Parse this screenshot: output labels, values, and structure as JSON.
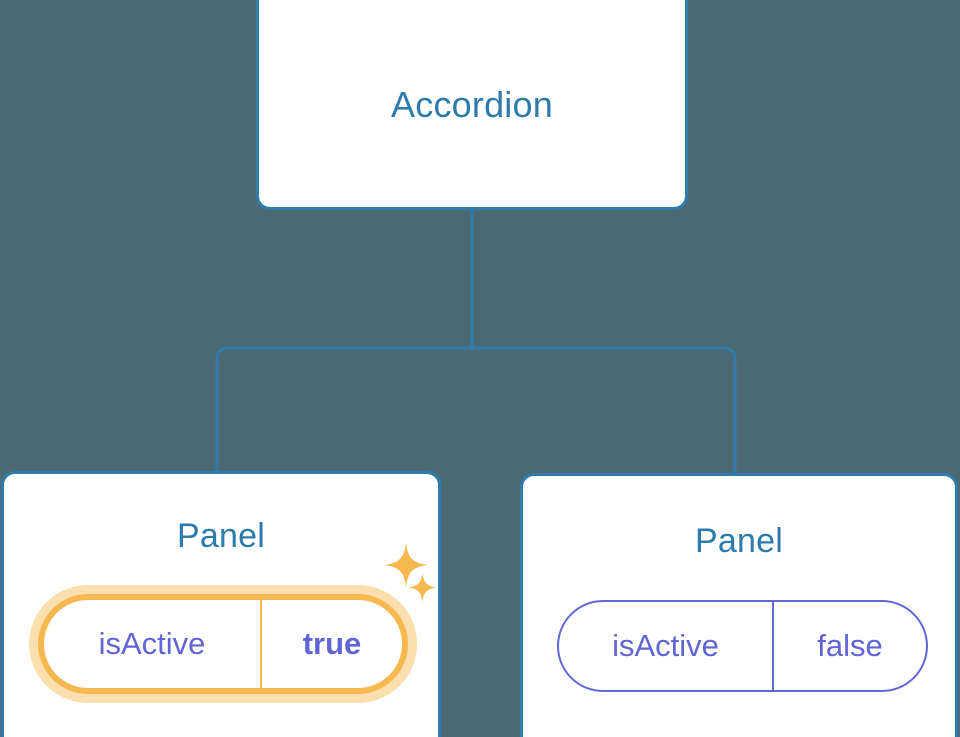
{
  "canvas": {
    "background_color": "#4c6a73",
    "edge_color": "#2e7cae"
  },
  "tree": {
    "root": {
      "title": "Accordion",
      "title_color": "#2d7bad",
      "border_color": "#2e7cae",
      "background_color": "#ffffff"
    },
    "children": [
      {
        "title": "Panel",
        "title_color": "#2d7bad",
        "border_color": "#2e7cae",
        "background_color": "#ffffff",
        "highlighted": true,
        "prop": {
          "key": "isActive",
          "value": "true",
          "key_color": "#6165d4",
          "value_color": "#6165d4",
          "value_bold": true,
          "pill_border_color": "#f6b94f",
          "pill_glow_color": "#fbdfae"
        },
        "decorations": [
          {
            "icon": "sparkle-icon",
            "size": "large",
            "color": "#f5b94f"
          },
          {
            "icon": "sparkle-icon",
            "size": "small",
            "color": "#f5b94f"
          }
        ]
      },
      {
        "title": "Panel",
        "title_color": "#2d7bad",
        "border_color": "#2e7cae",
        "background_color": "#ffffff",
        "highlighted": false,
        "prop": {
          "key": "isActive",
          "value": "false",
          "key_color": "#6165d4",
          "value_color": "#6165d4",
          "value_bold": false,
          "pill_border_color": "#6268d6"
        },
        "decorations": []
      }
    ]
  }
}
